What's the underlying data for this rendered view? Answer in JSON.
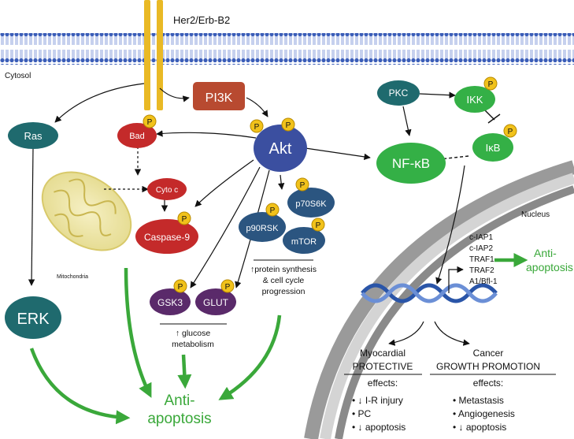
{
  "membrane": {
    "receptor": "Her2/Erb-B2",
    "cytosol": "Cytosol",
    "nucleus": "Nucleus",
    "mitochondria": "Mitochondria"
  },
  "nodes": {
    "pi3k": "PI3K",
    "akt": "Akt",
    "ras": "Ras",
    "bad": "Bad",
    "cytoc": "Cyto c",
    "caspase9": "Caspase-9",
    "erk": "ERK",
    "p70s6k": "p70S6K",
    "p90rsk": "p90RSK",
    "mtor": "mTOR",
    "gsk3": "GSK3",
    "glut": "GLUT",
    "pkc": "PKC",
    "ikk": "IKK",
    "ikb": "IκB",
    "nfkb": "NF-κB",
    "phospho": "P"
  },
  "annotations": {
    "protein_line1": "↑protein synthesis",
    "protein_line2": "& cell cycle",
    "protein_line3": "progression",
    "glucose_line1": "↑ glucose",
    "glucose_line2": "metabolism"
  },
  "genes": [
    "c-IAP1",
    "c-IAP2",
    "TRAF1",
    "TRAF2",
    "A1/Bfl-1"
  ],
  "anti_apoptosis_right": {
    "line1": "Anti-",
    "line2": "apoptosis"
  },
  "anti_apoptosis_bottom": {
    "line1": "Anti-",
    "line2": "apoptosis"
  },
  "myocardial": {
    "title1": "Myocardial",
    "title2": "PROTECTIVE",
    "effects": "effects:",
    "items": [
      "• ↓ I-R injury",
      "• PC",
      "• ↓ apoptosis"
    ]
  },
  "cancer": {
    "title1": "Cancer",
    "title2": "GROWTH PROMOTION",
    "effects": "effects:",
    "items": [
      "• Metastasis",
      "• Angiogenesis",
      "• ↓ apoptosis"
    ]
  },
  "colors": {
    "membrane": "#3a5db8",
    "receptor": "#e9b925",
    "pi3k": "#b84a30",
    "akt": "#3b4fa0",
    "teal": "#1f6a6e",
    "red": "#c42a2a",
    "blue_dark": "#2b5580",
    "purple": "#5a2a6a",
    "green_node": "#34b046",
    "arrow_green": "#3aa83a",
    "phospho": "#f1c21b"
  }
}
